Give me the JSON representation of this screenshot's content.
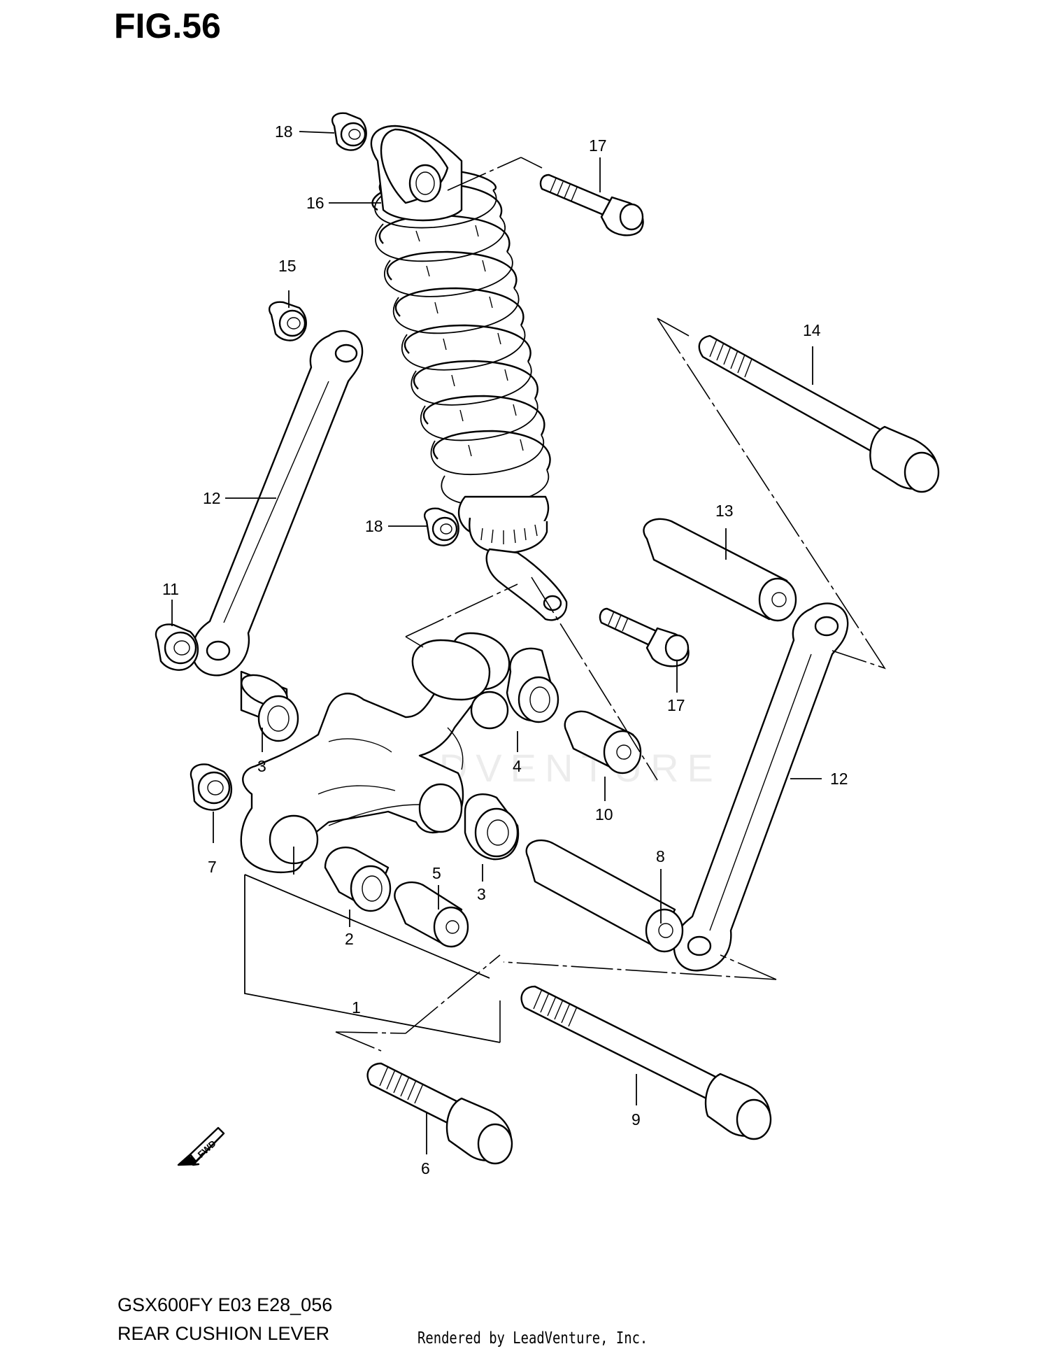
{
  "header": {
    "figure_label": "FIG.56"
  },
  "footer": {
    "model_code": "GSX600FY E03 E28_056",
    "assembly_name": "REAR CUSHION LEVER",
    "credit": "Rendered by LeadVenture, Inc."
  },
  "watermark": {
    "text": "LEADVENTURE"
  },
  "fwd_marker": {
    "label": "FWD",
    "icon": "forward-arrow-icon"
  },
  "callouts": [
    {
      "id": "callout-1",
      "number": "1"
    },
    {
      "id": "callout-2",
      "number": "2"
    },
    {
      "id": "callout-3a",
      "number": "3"
    },
    {
      "id": "callout-3b",
      "number": "3"
    },
    {
      "id": "callout-4",
      "number": "4"
    },
    {
      "id": "callout-5",
      "number": "5"
    },
    {
      "id": "callout-6",
      "number": "6"
    },
    {
      "id": "callout-7",
      "number": "7"
    },
    {
      "id": "callout-8",
      "number": "8"
    },
    {
      "id": "callout-9",
      "number": "9"
    },
    {
      "id": "callout-10",
      "number": "10"
    },
    {
      "id": "callout-11",
      "number": "11"
    },
    {
      "id": "callout-12a",
      "number": "12"
    },
    {
      "id": "callout-12b",
      "number": "12"
    },
    {
      "id": "callout-13",
      "number": "13"
    },
    {
      "id": "callout-14",
      "number": "14"
    },
    {
      "id": "callout-15",
      "number": "15"
    },
    {
      "id": "callout-16",
      "number": "16"
    },
    {
      "id": "callout-17a",
      "number": "17"
    },
    {
      "id": "callout-17b",
      "number": "17"
    },
    {
      "id": "callout-18a",
      "number": "18"
    },
    {
      "id": "callout-18b",
      "number": "18"
    }
  ]
}
